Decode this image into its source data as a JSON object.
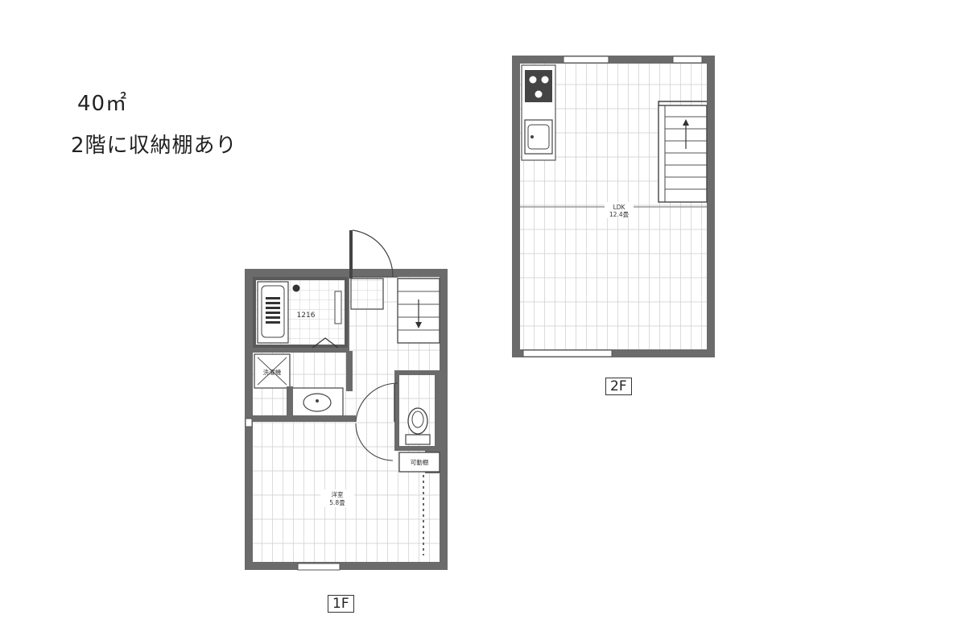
{
  "notes": {
    "area": "40㎡",
    "storage": "2階に収納棚あり"
  },
  "floors": {
    "first": {
      "label": "1F",
      "bath_label": "1216",
      "laundry_label": "洗濯機",
      "shelf_label": "可動棚",
      "room_name": "洋室",
      "room_size": "5.8畳"
    },
    "second": {
      "label": "2F",
      "room_name": "LDK",
      "room_size": "12.4畳"
    }
  }
}
